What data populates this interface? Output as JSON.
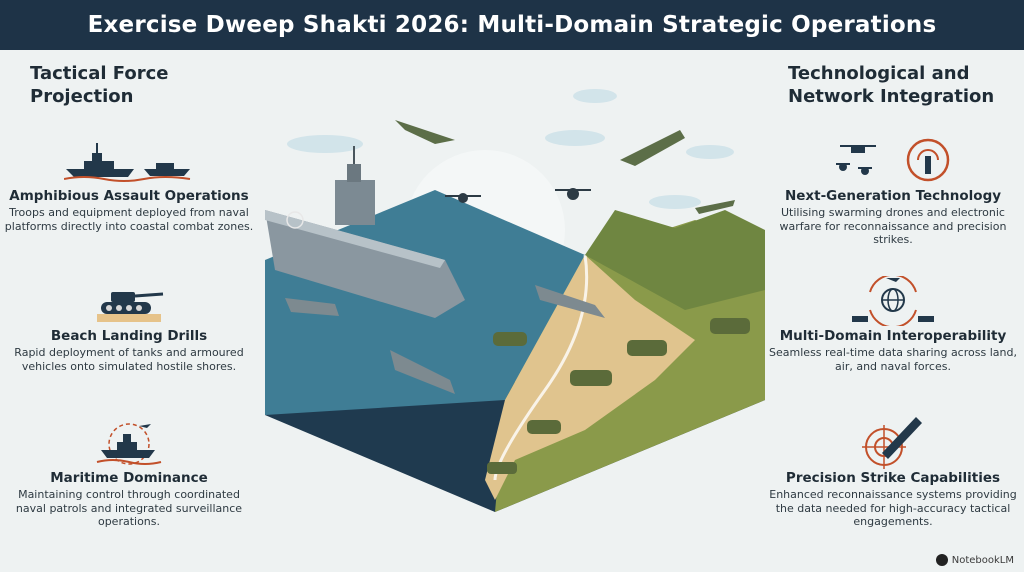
{
  "title": "Exercise Dweep Shakti 2026: Multi-Domain Strategic Operations",
  "left_column": {
    "heading": "Tactical Force Projection",
    "items": [
      {
        "title": "Amphibious Assault Operations",
        "description": "Troops and equipment deployed from naval platforms directly into coastal combat zones.",
        "icon": "warships-icon"
      },
      {
        "title": "Beach Landing Drills",
        "description": "Rapid deployment of tanks and armoured vehicles onto simulated hostile shores.",
        "icon": "tank-icon"
      },
      {
        "title": "Maritime Dominance",
        "description": "Maintaining control through coordinated naval patrols and integrated surveillance operations.",
        "icon": "warship-radar-icon"
      }
    ]
  },
  "right_column": {
    "heading": "Technological and Network Integration",
    "items": [
      {
        "title": "Next-Generation Technology",
        "description": "Utilising swarming drones and electronic warfare for reconnaissance and precision strikes.",
        "icon": "drone-swarm-icon"
      },
      {
        "title": "Multi-Domain Interoperability",
        "description": "Seamless real-time data sharing across land, air, and naval forces.",
        "icon": "network-globe-icon"
      },
      {
        "title": "Precision Strike Capabilities",
        "description": "Enhanced reconnaissance systems providing the data needed for high-accuracy tactical engagements.",
        "icon": "missile-target-icon"
      }
    ]
  },
  "footer": {
    "brand": "NotebookLM"
  },
  "colors": {
    "title_bar": "#1e3347",
    "background": "#eef2f2",
    "sea": "#3f7d95",
    "land": "#8a9a4a",
    "sand": "#e0c48e",
    "accent": "#c2502a"
  }
}
